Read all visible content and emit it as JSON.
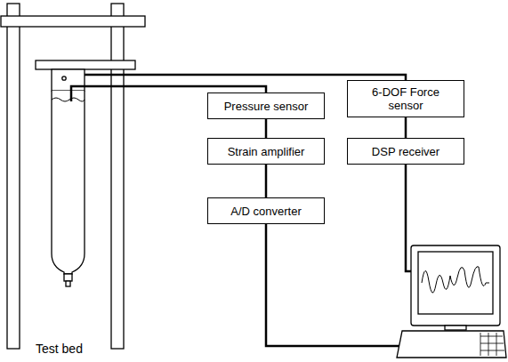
{
  "diagram": {
    "nodes": [
      {
        "text": [
          "Pressure sensor"
        ]
      },
      {
        "text": [
          "6-DOF Force sensor"
        ]
      },
      {
        "text": [
          "Strain amplifier"
        ]
      },
      {
        "text": [
          "DSP receiver"
        ]
      },
      {
        "text": [
          "A/D converter"
        ]
      }
    ],
    "edges": [
      {
        "from": 0,
        "to": 2,
        "arrow": "none"
      },
      {
        "from": 2,
        "to": 4,
        "arrow": "none"
      },
      {
        "from": 1,
        "to": 3,
        "arrow": "none"
      }
    ],
    "labels": [
      "Test bed"
    ]
  }
}
